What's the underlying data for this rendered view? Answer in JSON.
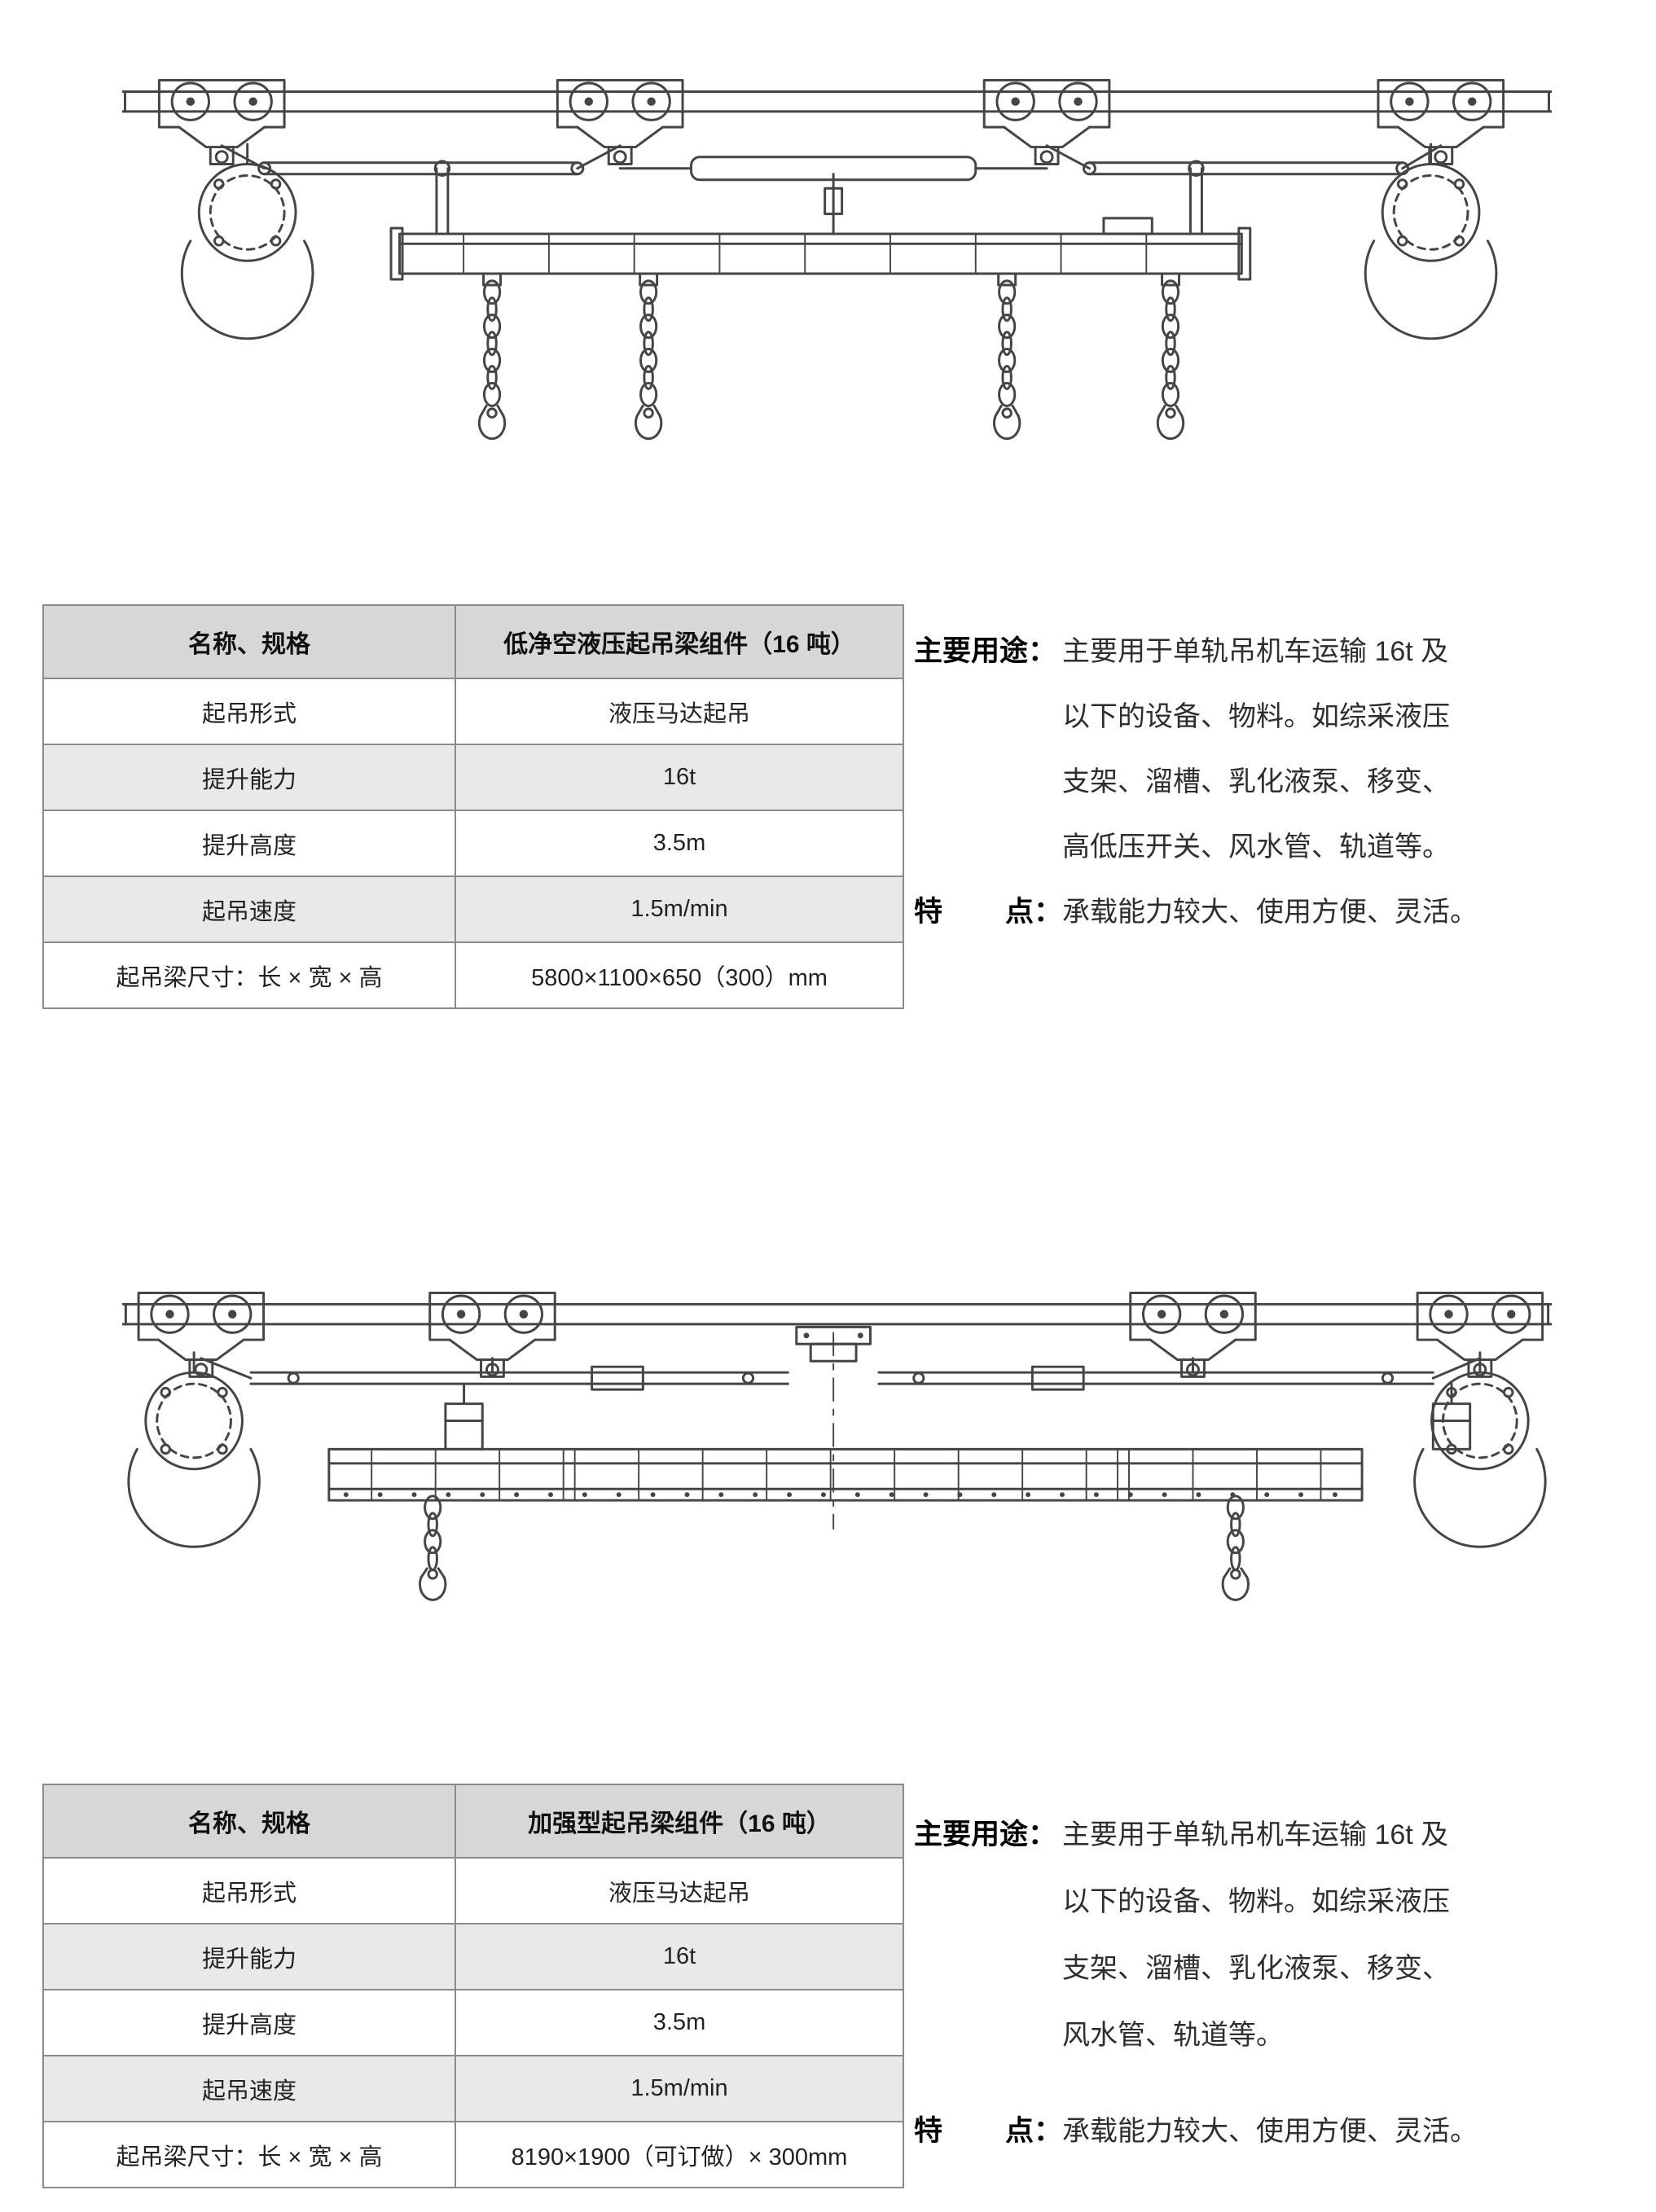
{
  "colors": {
    "line": "#454545",
    "table_border": "#8a8a8a",
    "header_bg": "#d7d7d7",
    "stripe_bg": "#e9e9e9",
    "text": "#222222"
  },
  "section1": {
    "table": {
      "header": {
        "name_col": "名称、规格",
        "value_col": "低净空液压起吊梁组件（16 吨）"
      },
      "rows": [
        {
          "label": "起吊形式",
          "value": "液压马达起吊"
        },
        {
          "label": "提升能力",
          "value": "16t"
        },
        {
          "label": "提升高度",
          "value": "3.5m"
        },
        {
          "label": "起吊速度",
          "value": "1.5m/min"
        },
        {
          "label": "起吊梁尺寸：长 × 宽 × 高",
          "value": "5800×1100×650（300）mm"
        }
      ]
    },
    "info": {
      "usage_label": "主要用途：",
      "usage_lines": [
        "主要用于单轨吊机车运输 16t 及",
        "以下的设备、物料。如综采液压",
        "支架、溜槽、乳化液泵、移变、",
        "高低压开关、风水管、轨道等。"
      ],
      "feature_label_left": "特",
      "feature_label_right": "点：",
      "feature_text": "承载能力较大、使用方便、灵活。"
    }
  },
  "section2": {
    "table": {
      "header": {
        "name_col": "名称、规格",
        "value_col": "加强型起吊梁组件（16 吨）"
      },
      "rows": [
        {
          "label": "起吊形式",
          "value": "液压马达起吊"
        },
        {
          "label": "提升能力",
          "value": "16t"
        },
        {
          "label": "提升高度",
          "value": "3.5m"
        },
        {
          "label": "起吊速度",
          "value": "1.5m/min"
        },
        {
          "label": "起吊梁尺寸：长 × 宽 × 高",
          "value": "8190×1900（可订做）× 300mm"
        }
      ]
    },
    "info": {
      "usage_label": "主要用途：",
      "usage_lines": [
        "主要用于单轨吊机车运输 16t 及",
        "以下的设备、物料。如综采液压",
        "支架、溜槽、乳化液泵、移变、",
        "风水管、轨道等。"
      ],
      "feature_label_left": "特",
      "feature_label_right": "点：",
      "feature_text": "承载能力较大、使用方便、灵活。"
    }
  }
}
